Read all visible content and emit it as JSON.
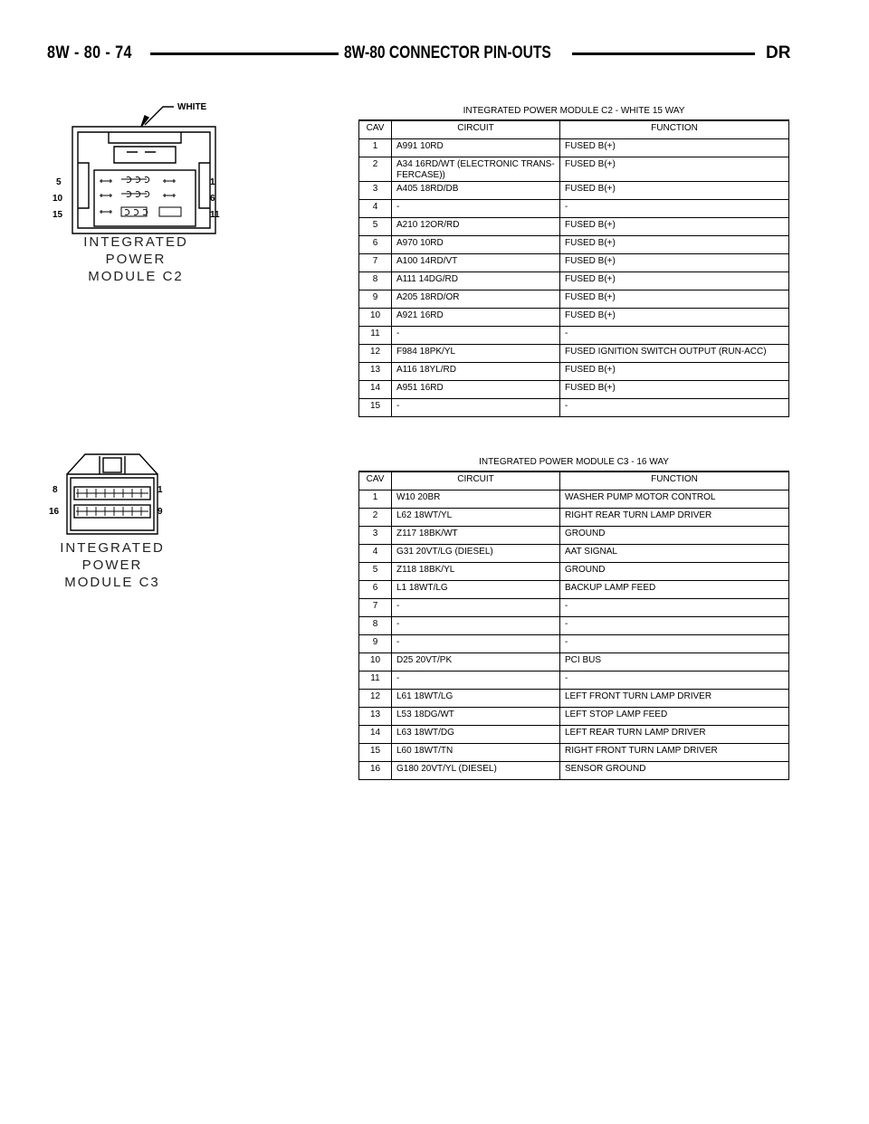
{
  "header": {
    "page_number": "8W - 80 - 74",
    "section_title": "8W-80 CONNECTOR PIN-OUTS",
    "section_code": "DR"
  },
  "c2": {
    "wire_color_label": "WHITE",
    "caption_line1": "INTEGRATED",
    "caption_line2": "POWER",
    "caption_line3": "MODULE C2",
    "pin_labels": {
      "left_top": "5",
      "left_mid": "10",
      "left_bot": "15",
      "right_top": "1",
      "right_mid": "6",
      "right_bot": "11"
    },
    "table_title": "INTEGRATED POWER MODULE C2 - WHITE 15 WAY",
    "columns": [
      "CAV",
      "CIRCUIT",
      "FUNCTION"
    ],
    "rows": [
      {
        "cav": "1",
        "circuit": "A991 10RD",
        "function": "FUSED B(+)"
      },
      {
        "cav": "2",
        "circuit": "A34 16RD/WT (ELECTRONIC TRANS-\nFERCASE))",
        "function": "FUSED B(+)"
      },
      {
        "cav": "3",
        "circuit": "A405 18RD/DB",
        "function": "FUSED B(+)"
      },
      {
        "cav": "4",
        "circuit": "-",
        "function": "-"
      },
      {
        "cav": "5",
        "circuit": "A210 12OR/RD",
        "function": "FUSED B(+)"
      },
      {
        "cav": "6",
        "circuit": "A970 10RD",
        "function": "FUSED B(+)"
      },
      {
        "cav": "7",
        "circuit": "A100 14RD/VT",
        "function": "FUSED B(+)"
      },
      {
        "cav": "8",
        "circuit": "A111 14DG/RD",
        "function": "FUSED B(+)"
      },
      {
        "cav": "9",
        "circuit": "A205 18RD/OR",
        "function": "FUSED B(+)"
      },
      {
        "cav": "10",
        "circuit": "A921 16RD",
        "function": "FUSED B(+)"
      },
      {
        "cav": "11",
        "circuit": "-",
        "function": "-"
      },
      {
        "cav": "12",
        "circuit": "F984 18PK/YL",
        "function": "FUSED IGNITION SWITCH OUTPUT (RUN-ACC)"
      },
      {
        "cav": "13",
        "circuit": "A116 18YL/RD",
        "function": "FUSED B(+)"
      },
      {
        "cav": "14",
        "circuit": "A951 16RD",
        "function": "FUSED B(+)"
      },
      {
        "cav": "15",
        "circuit": "-",
        "function": "-"
      }
    ]
  },
  "c3": {
    "caption_line1": "INTEGRATED",
    "caption_line2": "POWER",
    "caption_line3": "MODULE C3",
    "pin_labels": {
      "left_top": "8",
      "left_bot": "16",
      "right_top": "1",
      "right_bot": "9"
    },
    "table_title": "INTEGRATED POWER MODULE C3 - 16 WAY",
    "columns": [
      "CAV",
      "CIRCUIT",
      "FUNCTION"
    ],
    "rows": [
      {
        "cav": "1",
        "circuit": "W10 20BR",
        "function": "WASHER PUMP MOTOR CONTROL"
      },
      {
        "cav": "2",
        "circuit": "L62 18WT/YL",
        "function": "RIGHT REAR TURN LAMP DRIVER"
      },
      {
        "cav": "3",
        "circuit": "Z117 18BK/WT",
        "function": "GROUND"
      },
      {
        "cav": "4",
        "circuit": "G31 20VT/LG (DIESEL)",
        "function": "AAT SIGNAL"
      },
      {
        "cav": "5",
        "circuit": "Z118 18BK/YL",
        "function": "GROUND"
      },
      {
        "cav": "6",
        "circuit": "L1 18WT/LG",
        "function": "BACKUP LAMP FEED"
      },
      {
        "cav": "7",
        "circuit": "-",
        "function": "-"
      },
      {
        "cav": "8",
        "circuit": "-",
        "function": "-"
      },
      {
        "cav": "9",
        "circuit": "-",
        "function": "-"
      },
      {
        "cav": "10",
        "circuit": "D25 20VT/PK",
        "function": "PCI BUS"
      },
      {
        "cav": "11",
        "circuit": "-",
        "function": "-"
      },
      {
        "cav": "12",
        "circuit": "L61 18WT/LG",
        "function": "LEFT FRONT TURN LAMP DRIVER"
      },
      {
        "cav": "13",
        "circuit": "L53 18DG/WT",
        "function": "LEFT STOP LAMP FEED"
      },
      {
        "cav": "14",
        "circuit": "L63 18WT/DG",
        "function": "LEFT REAR TURN LAMP DRIVER"
      },
      {
        "cav": "15",
        "circuit": "L60 18WT/TN",
        "function": "RIGHT FRONT TURN LAMP DRIVER"
      },
      {
        "cav": "16",
        "circuit": "G180 20VT/YL (DIESEL)",
        "function": "SENSOR GROUND"
      }
    ]
  }
}
